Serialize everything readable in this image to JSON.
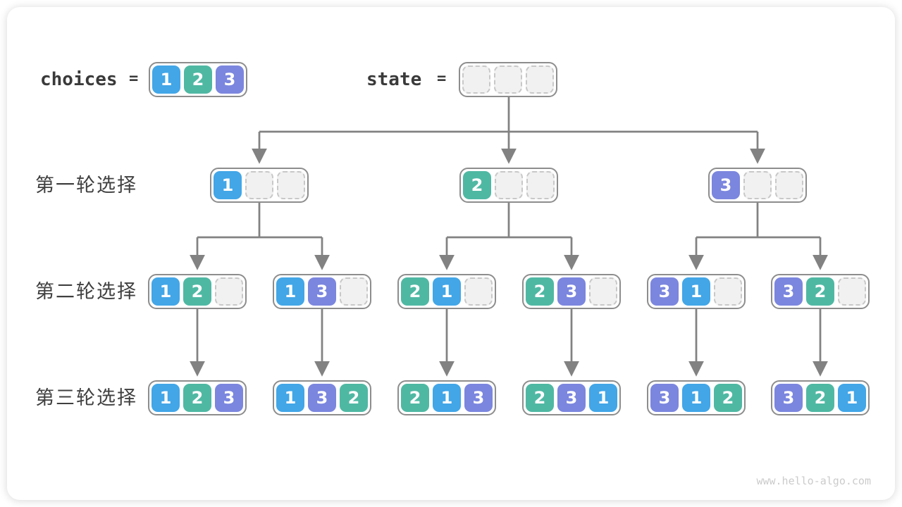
{
  "page": {
    "watermark": "www.hello-algo.com"
  },
  "header": {
    "choices_label": "choices",
    "equals": "=",
    "choices_values": [
      1,
      2,
      3
    ],
    "state_label": "state",
    "state_slots": 3
  },
  "rows": [
    {
      "label": "第一轮选择",
      "nodes": [
        [
          1,
          null,
          null
        ],
        [
          2,
          null,
          null
        ],
        [
          3,
          null,
          null
        ]
      ]
    },
    {
      "label": "第二轮选择",
      "nodes": [
        [
          1,
          2,
          null
        ],
        [
          1,
          3,
          null
        ],
        [
          2,
          1,
          null
        ],
        [
          2,
          3,
          null
        ],
        [
          3,
          1,
          null
        ],
        [
          3,
          2,
          null
        ]
      ]
    },
    {
      "label": "第三轮选择",
      "nodes": [
        [
          1,
          2,
          3
        ],
        [
          1,
          3,
          2
        ],
        [
          2,
          1,
          3
        ],
        [
          2,
          3,
          1
        ],
        [
          3,
          1,
          2
        ],
        [
          3,
          2,
          1
        ]
      ]
    }
  ],
  "colors": {
    "1": "#42A6E7",
    "2": "#4FB8A3",
    "3": "#7B86DE",
    "line": "#828282",
    "node_border": "#8d8d8d"
  }
}
